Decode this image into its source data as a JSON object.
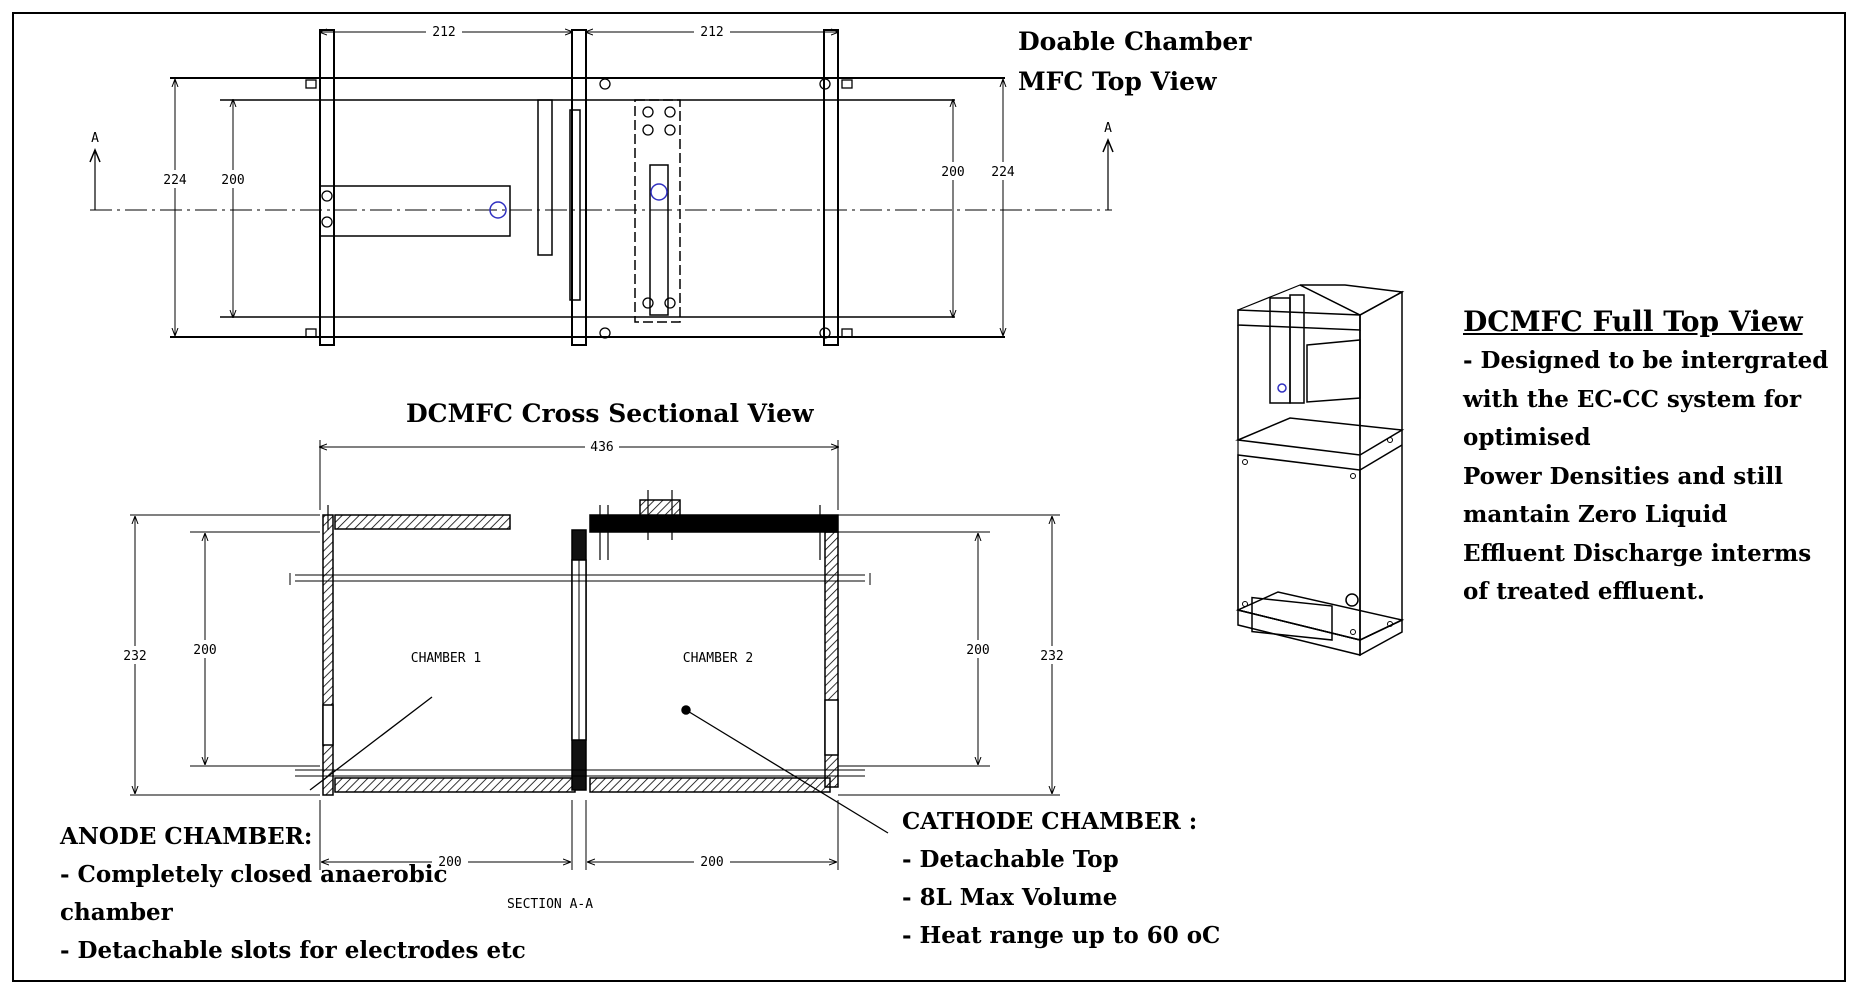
{
  "top_view": {
    "title_line1": "Doable Chamber",
    "title_line2": "MFC Top View",
    "dim_width_left": "212",
    "dim_width_right": "212",
    "dim_outer_height": "224",
    "dim_inner_height": "200",
    "section_marker": "A"
  },
  "cross_section": {
    "title": "DCMFC Cross Sectional View",
    "dim_overall_width": "436",
    "dim_outer_height": "232",
    "dim_inner_height": "200",
    "dim_chamber_left": "200",
    "dim_chamber_right": "200",
    "chamber1_label": "CHAMBER 1",
    "chamber2_label": "CHAMBER 2",
    "section_label": "SECTION  A-A"
  },
  "anode": {
    "heading": "ANODE CHAMBER:",
    "line1": "- Completely closed anaerobic",
    "line2": "chamber",
    "line3": "- Detachable slots for electrodes etc"
  },
  "cathode": {
    "heading": "CATHODE CHAMBER :",
    "line1": "- Detachable Top",
    "line2": "8L Max Volume",
    "line3": "- Heat range up to 60 oC"
  },
  "full_view": {
    "title": "DCMFC Full Top View",
    "text1": "- Designed to be intergrated with the EC-CC system for optimised",
    "text2": "Power Densities and still mantain Zero Liquid Effluent Discharge interms of treated effluent."
  },
  "cathode_dash": "- ",
  "colors": {
    "line": "#000000",
    "marker": "#3030c0"
  }
}
